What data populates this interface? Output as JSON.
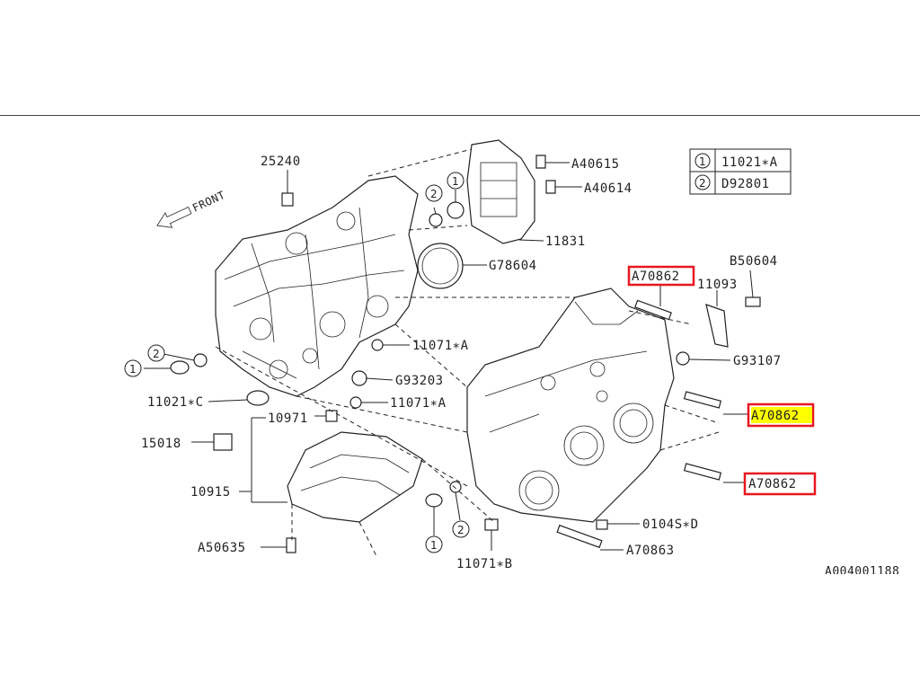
{
  "legend": [
    {
      "marker": "1",
      "part": "11021∗A"
    },
    {
      "marker": "2",
      "part": "D92801"
    }
  ],
  "direction_label": "FRONT",
  "callouts": {
    "p25240": "25240",
    "p40615": "A40615",
    "p40614": "A40614",
    "p11831": "11831",
    "p78604": "G78604",
    "pA70862_top": "A70862",
    "p11093": "11093",
    "pB50604": "B50604",
    "p11071A_1": "11071∗A",
    "pG93107": "G93107",
    "pG93203": "G93203",
    "p11021C": "11021∗C",
    "p11071A_2": "11071∗A",
    "pA70862_mid": "A70862",
    "p10971": "10971",
    "p15018": "15018",
    "p10915": "10915",
    "pA70862_low": "A70862",
    "p0104SD": "0104S∗D",
    "pA50635": "A50635",
    "pA70863": "A70863",
    "p11071B": "11071∗B",
    "circle1_left": "1",
    "circle2_left": "2",
    "circle2_top": "2",
    "circle1_top": "1",
    "circle2_bottom": "2",
    "circle1_bottom": "1"
  },
  "diagram_id": "A004001188",
  "highlight_colors": {
    "box": "#e8161e",
    "fill": "#ffff00"
  }
}
